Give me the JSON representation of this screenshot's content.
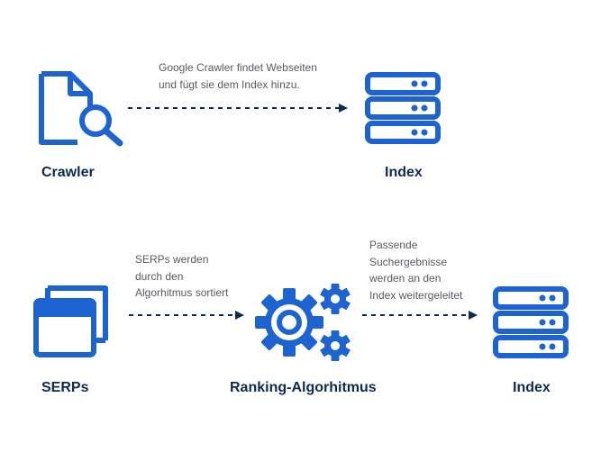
{
  "colors": {
    "icon": "#1e64d1",
    "arrow": "#0f2a4f",
    "label": "#0f2a4f",
    "note": "#555b63"
  },
  "row1": {
    "crawler": {
      "label": "Crawler",
      "icon": "document-search-icon"
    },
    "index": {
      "label": "Index",
      "icon": "server-icon"
    },
    "edge_note": "Google Crawler findet Webseiten\nund fügt sie dem Index hinzu."
  },
  "row2": {
    "serps": {
      "label": "SERPs",
      "icon": "browser-windows-icon"
    },
    "ranking": {
      "label": "Ranking-Algorhitmus",
      "icon": "gears-icon"
    },
    "index": {
      "label": "Index",
      "icon": "server-icon"
    },
    "edge1_note": "SERPs werden\ndurch den\nAlgorhitmus sortiert",
    "edge2_note": "Passende\nSuchergebnisse\nwerden an den\nIndex weitergeleitet"
  }
}
